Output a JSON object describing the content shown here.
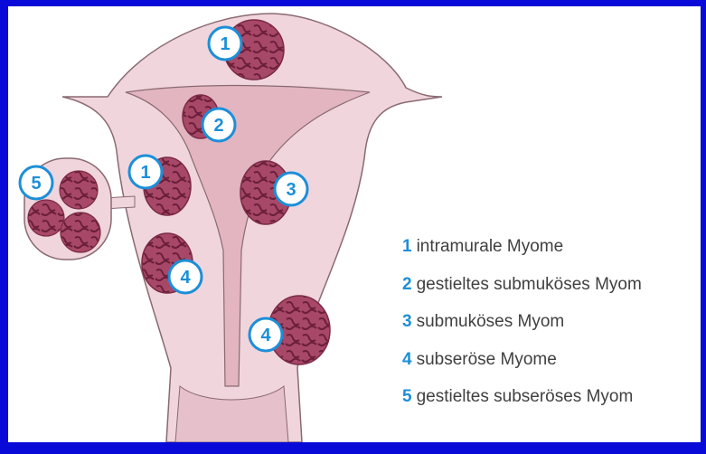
{
  "colors": {
    "background_border": "#0a0ad8",
    "tissue": "#f1d5dc",
    "tissue_edge": "#8a6a72",
    "cavity": "#e2b5c0",
    "myoma": "#a04060",
    "badge": "#1c8fd8"
  },
  "markers": [
    {
      "id": "1-fundus",
      "label": "1"
    },
    {
      "id": "2",
      "label": "2"
    },
    {
      "id": "1-left",
      "label": "1"
    },
    {
      "id": "3",
      "label": "3"
    },
    {
      "id": "4-left",
      "label": "4"
    },
    {
      "id": "4-right",
      "label": "4"
    },
    {
      "id": "5",
      "label": "5"
    }
  ],
  "legend": [
    {
      "num": "1",
      "text": "intramurale Myome"
    },
    {
      "num": "2",
      "text": "gestieltes submuköses Myom"
    },
    {
      "num": "3",
      "text": "submuköses Myom"
    },
    {
      "num": "4",
      "text": "subseröse Myome"
    },
    {
      "num": "5",
      "text": "gestieltes subseröses Myom"
    }
  ]
}
